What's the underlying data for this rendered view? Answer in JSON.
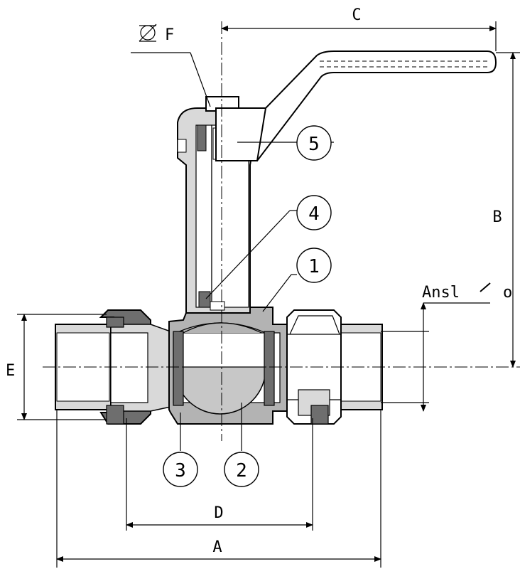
{
  "labels": {
    "phi_f": "F",
    "dim_a": "A",
    "dim_b": "B",
    "dim_c": "C",
    "dim_d": "D",
    "dim_e": "E",
    "connection": "Ansl",
    "connection_suffix": "o"
  },
  "callouts": [
    {
      "number": "1"
    },
    {
      "number": "2"
    },
    {
      "number": "3"
    },
    {
      "number": "4"
    },
    {
      "number": "5"
    }
  ],
  "colors": {
    "line": "#000000",
    "section_light": "#d9d9d9",
    "section_mid": "#b3b3b3",
    "section_dark": "#6e6e6e",
    "background": "#ffffff"
  }
}
